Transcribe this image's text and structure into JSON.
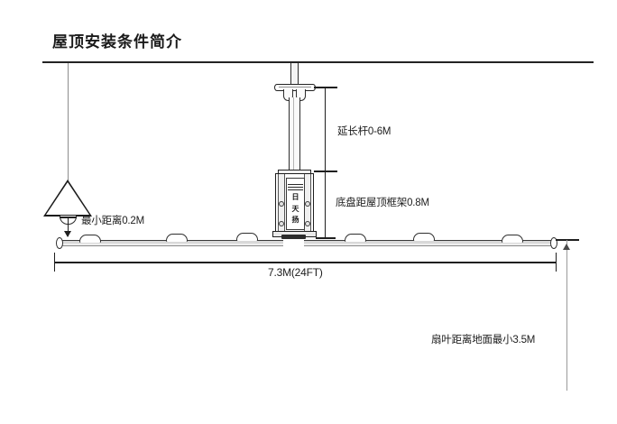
{
  "diagram": {
    "title": "屋顶安装条件简介",
    "labels": {
      "extension_rod": "延长杆0-6M",
      "chassis_to_roof_frame": "底盘距屋顶框架0.8M",
      "min_clearance": "最小距离0.2M",
      "fan_width": "7.3M(24FT)",
      "blade_to_floor": "扇叶距离地面最小3.5M"
    },
    "motor_glyphs": {
      "line1": "日",
      "line2": "天",
      "line3": "扬"
    },
    "colors": {
      "ink": "#1f1f1f",
      "background": "#ffffff",
      "rod_fill": "#fafafa",
      "dimension_gray": "#9a9a9a"
    }
  }
}
